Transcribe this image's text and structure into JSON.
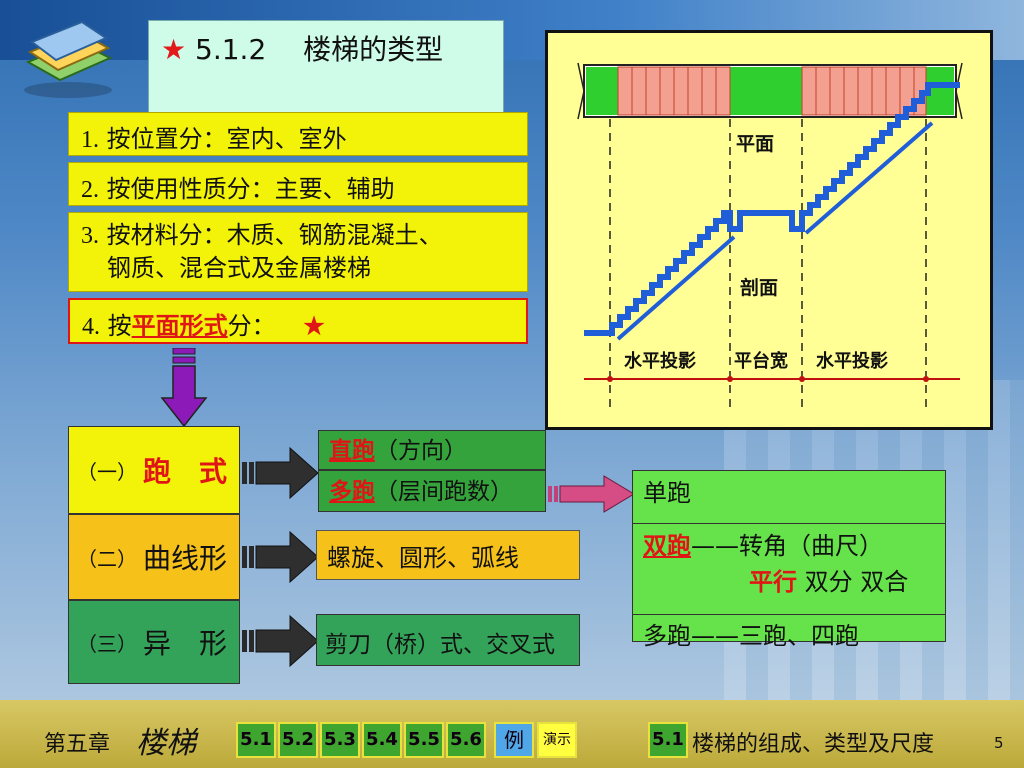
{
  "title": {
    "star": "★",
    "text": "5.1.2　 楼梯的类型"
  },
  "classification": [
    {
      "num": "1.",
      "text": "按位置分：室内、室外"
    },
    {
      "num": "2.",
      "text": "按使用性质分：主要、辅助"
    },
    {
      "num": "3.",
      "text": "按材料分：木质、钢筋混凝土、",
      "text2": "钢质、混合式及金属楼梯"
    },
    {
      "num": "4.",
      "prefix": "按",
      "highlight": "平面形式",
      "suffix": "分：",
      "star": "★"
    }
  ],
  "types": [
    {
      "num": "（一）",
      "name": "跑　式"
    },
    {
      "num": "（二）",
      "name": "曲线形"
    },
    {
      "num": "（三）",
      "name": "异　形"
    }
  ],
  "run_subtypes": {
    "straight": {
      "red": "直跑",
      "rest": "（方向）"
    },
    "multi": {
      "red": "多跑",
      "rest": "（层间跑数）"
    }
  },
  "curve_desc": "螺旋、圆形、弧线",
  "special_desc": "剪刀（桥）式、交叉式",
  "run_detail": {
    "single": "单跑",
    "double_red": "双跑",
    "double_rest": "——转角（曲尺）",
    "parallel_red": "平行",
    "parallel_rest": " 双分 双合",
    "multi": "多跑——三跑、四跑"
  },
  "diagram": {
    "plan_label": "平面",
    "section_label": "剖面",
    "dim1": "水平投影",
    "dim2": "平台宽",
    "dim3": "水平投影"
  },
  "bottom": {
    "chapter": "第五章",
    "subject": "楼梯",
    "nav": [
      "5.1",
      "5.2",
      "5.3",
      "5.4",
      "5.5",
      "5.6"
    ],
    "example": "例",
    "demo": "演示",
    "current_section_num": "5.1",
    "current_section_title": "楼梯的组成、类型及尺度",
    "page": "5"
  },
  "colors": {
    "accent_red": "#e01515",
    "yellow": "#f3f30a",
    "green": "#66e24a",
    "orange": "#f6c21a"
  }
}
